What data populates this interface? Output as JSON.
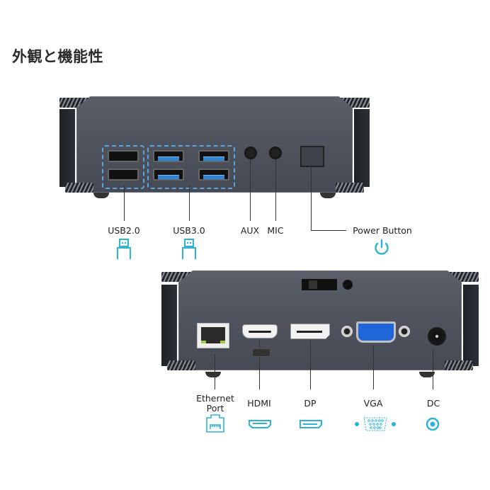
{
  "title": "外観と機能性",
  "top_panel": {
    "labels": {
      "usb2": "USB2.0",
      "usb3": "USB3.0",
      "aux": "AUX",
      "mic": "MIC",
      "power": "Power Button"
    },
    "icons": [
      "usb-icon",
      "usb-icon",
      "power-icon"
    ]
  },
  "bottom_panel": {
    "labels": {
      "ethernet_line1": "Ethernet",
      "ethernet_line2": "Port",
      "hdmi": "HDMI",
      "dp": "DP",
      "vga": "VGA",
      "dc": "DC"
    },
    "icons": [
      "ethernet-icon",
      "hdmi-icon",
      "displayport-icon",
      "vga-icon",
      "dc-power-icon"
    ]
  },
  "colors": {
    "accent_icon": "#2bb3d8",
    "dashed_outline": "#5aa6e0",
    "device_body": "#50555f",
    "usb3_blue": "#2f86d6",
    "vga_blue": "#1f67d8"
  }
}
